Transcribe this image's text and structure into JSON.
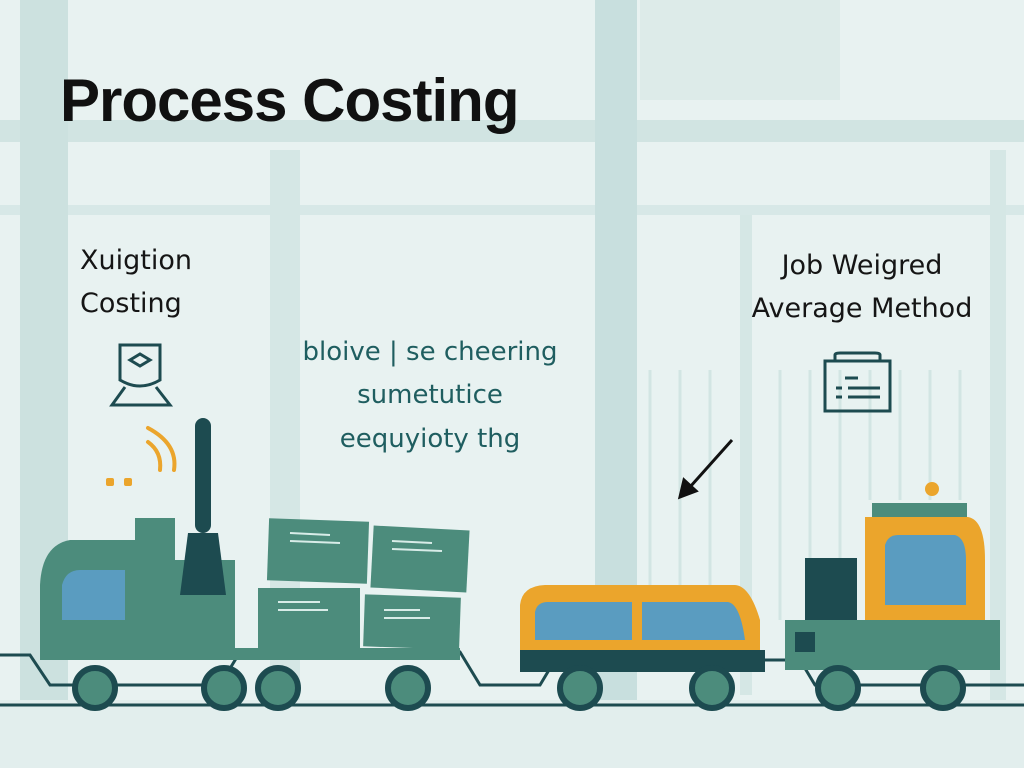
{
  "title": "Process Costing",
  "left_label": {
    "line1": "Xuigtion",
    "line2": "Costing"
  },
  "middle_text": {
    "line1": "bloive | se cheering",
    "line2": "sumetutice",
    "line3": "eequyioty thg"
  },
  "right_label": {
    "line1": "Job Weigred",
    "line2": "Average Method"
  },
  "icons": [
    "shield-badge-icon",
    "signal-icon",
    "clipboard-list-icon",
    "arrow-icon"
  ],
  "colors": {
    "background": "#e8f2f1",
    "teal": "#4c8c7c",
    "dark": "#1d4b50",
    "orange": "#eba52c",
    "blue": "#5a9cc0"
  }
}
